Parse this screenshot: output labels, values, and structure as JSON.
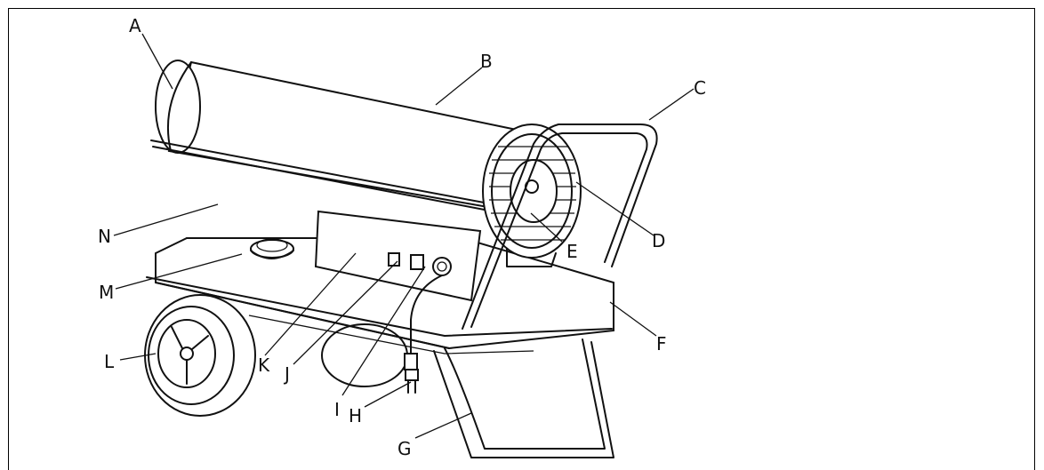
{
  "figure": {
    "labels": {
      "A": "A",
      "B": "B",
      "C": "C",
      "D": "D",
      "E": "E",
      "F": "F",
      "G": "G",
      "H": "H",
      "I": "I",
      "J": "J",
      "K": "K",
      "L": "L",
      "M": "M",
      "N": "N"
    }
  }
}
